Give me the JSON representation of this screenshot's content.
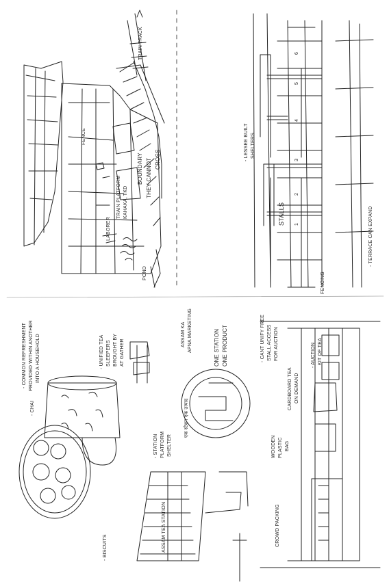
{
  "labels": {
    "train_track": "TRAIN TRACK",
    "boundary": "BOUNDARY",
    "boundary_line2": "THEY CANNOT",
    "boundary_line3": "CROSS",
    "fence": "FENCE",
    "train_platform": "TRAIN PLATFORM",
    "train_platform_line2": "KAHAKA, TKD",
    "laborer": "LABORER",
    "pond": "POND",
    "lessee_built": "- LESSEE BUILT",
    "lessee_built_line2": "SHELTERS",
    "stalls": "STALLS",
    "terrace": "- TERRACE CAN EXPAND",
    "fencing": "FENCING",
    "rule_nos": [
      "1",
      "2",
      "3",
      "4",
      "5",
      "6"
    ],
    "chai": "- CHAI",
    "biscuits": "- BISCUITS",
    "common_refreshment": "- COMMON REFRESHMENT",
    "common_refreshment_line2": "PROVIDED WITHIN ANOTHER",
    "common_refreshment_line3": "INTO A HOUSEHOLD",
    "unified_tea": "- UNIFIED TEA",
    "unified_tea_line2": "SLEEPERS",
    "unified_tea_line3": "BROUGHT BY",
    "unified_tea_line4": "AT GATHER",
    "station_platform": "- STATION",
    "station_platform_line2": "PLATFORM",
    "station_platform_line3": "SHELTER",
    "assam_tea": "ASSAM KA",
    "assam_tea_line2": "APNA MARKETING",
    "one_station": "ONE STATION",
    "one_product": "ONE PRODUCT",
    "logo_text": "एक स्टेशन एक उत्पाद",
    "cant_unify": "- CANT UNIFY FREE",
    "cant_unify_line2": "STALL ACCESS",
    "cant_unify_line3": "FOR AUCTION",
    "auction_tea": "- AUCTION",
    "auction_tea_line2": "KIT OF TEA",
    "wooden_plastic": "WOODEN",
    "wooden_plastic_line2": "PLASTIC",
    "wooden_plastic_line3": "BAG",
    "cardboard": "CARDBOARD TEA",
    "cardboard_line2": "ON DEMAND",
    "crowd_packing": "CROWD PACKING",
    "khaunoo": "ASSAM TEA STATION"
  }
}
